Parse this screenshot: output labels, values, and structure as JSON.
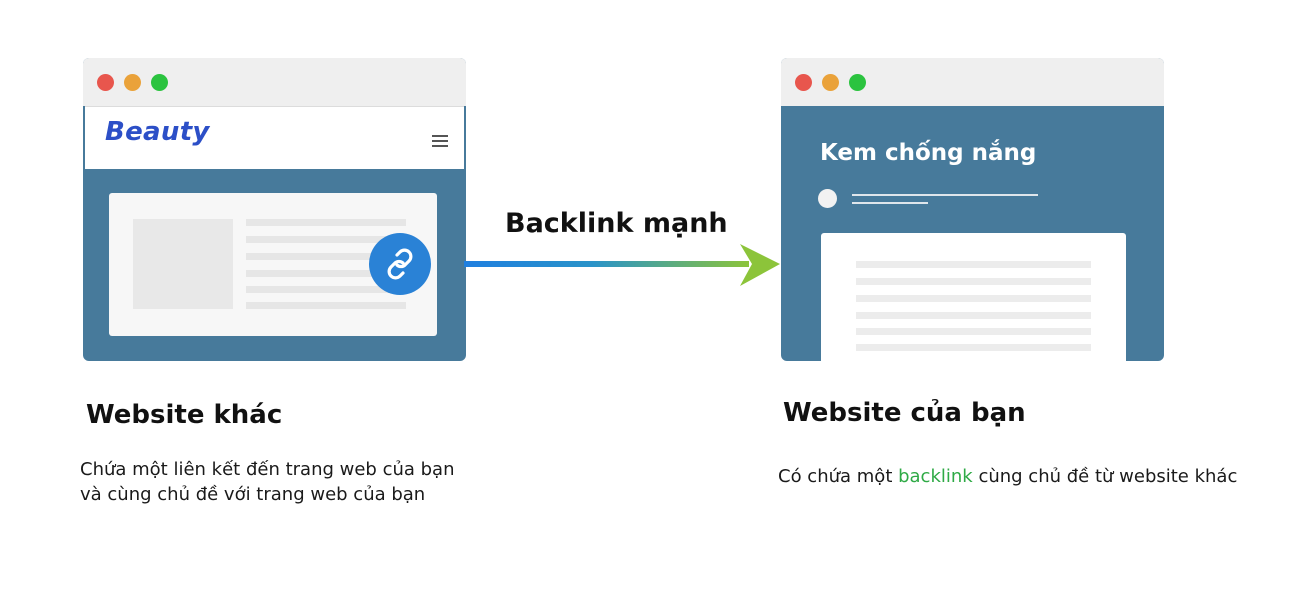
{
  "left_site": {
    "brand": "Beauty",
    "caption_title": "Website khác",
    "caption_line1": "Chứa một liên kết đến trang web của bạn",
    "caption_line2": "và cùng chủ đề với trang web của bạn"
  },
  "arrow": {
    "label": "Backlink mạnh"
  },
  "right_site": {
    "page_heading": "Kem chống nắng",
    "caption_title": "Website của bạn",
    "caption_pre": "Có chứa một ",
    "caption_highlight": "backlink",
    "caption_post": " cùng chủ đề từ website khác"
  },
  "colors": {
    "browser_body": "#477a9b",
    "brand": "#2c4fc7",
    "link_badge": "#2a82d6",
    "arrow_start": "#1f7fe0",
    "arrow_end": "#8cc43a",
    "highlight": "#2faa46"
  },
  "icons": [
    "window-close-dot",
    "window-minimize-dot",
    "window-maximize-dot",
    "menu-icon",
    "link-icon",
    "arrow-right-icon"
  ]
}
